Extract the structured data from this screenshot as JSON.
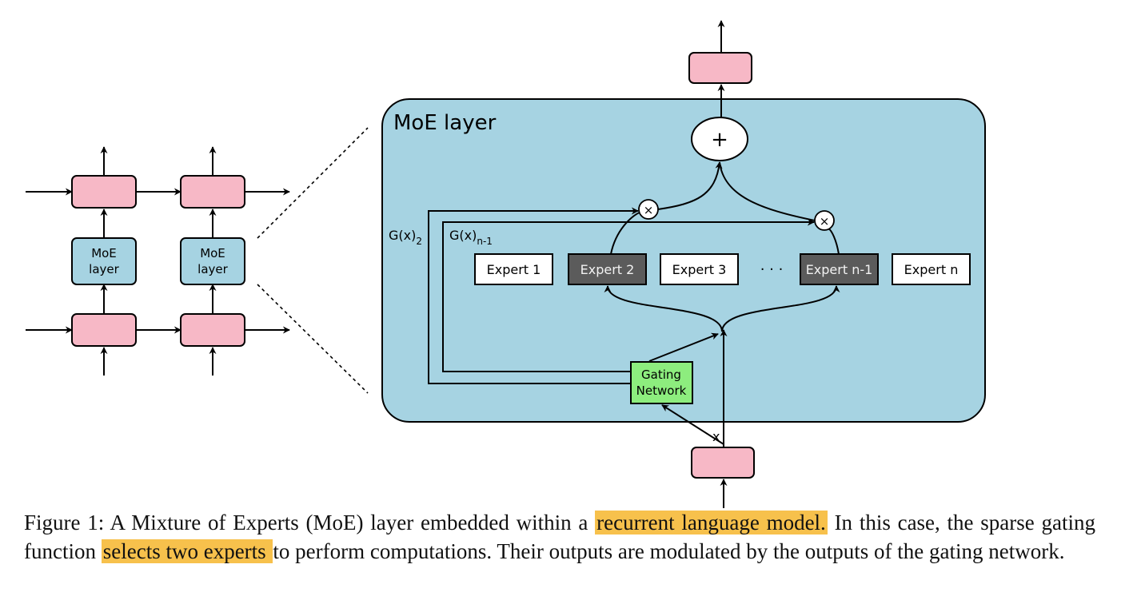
{
  "diagram": {
    "left_module": {
      "moe_label_line1": "MoE",
      "moe_label_line2": "layer"
    },
    "moe_layer": {
      "title": "MoE layer",
      "sum_symbol": "+",
      "mult_symbol": "×",
      "gate_label_2": "G(x)",
      "gate_label_2_sub": "2",
      "gate_label_n1": "G(x)",
      "gate_label_n1_sub": "n-1",
      "ellipsis": "· · ·",
      "experts": [
        {
          "label": "Expert 1",
          "selected": false
        },
        {
          "label": "Expert 2",
          "selected": true
        },
        {
          "label": "Expert 3",
          "selected": false
        },
        {
          "label": "Expert n-1",
          "selected": true
        },
        {
          "label": "Expert n",
          "selected": false
        }
      ],
      "gating_line1": "Gating",
      "gating_line2": "Network",
      "input_label": "x"
    },
    "colors": {
      "moe_bg": "#a6d3e2",
      "pink": "#f7b8c6",
      "green": "#8ded7e",
      "selected_expert": "#5b5b5b"
    }
  },
  "caption": {
    "part1": "Figure 1: A Mixture of Experts (MoE) layer embedded within a ",
    "highlight1": "recurrent language model.",
    "part2": " In this case, the sparse gating function ",
    "highlight2": "selects two experts ",
    "part3": "to perform computations.  Their outputs are modulated by the outputs of the gating network."
  }
}
